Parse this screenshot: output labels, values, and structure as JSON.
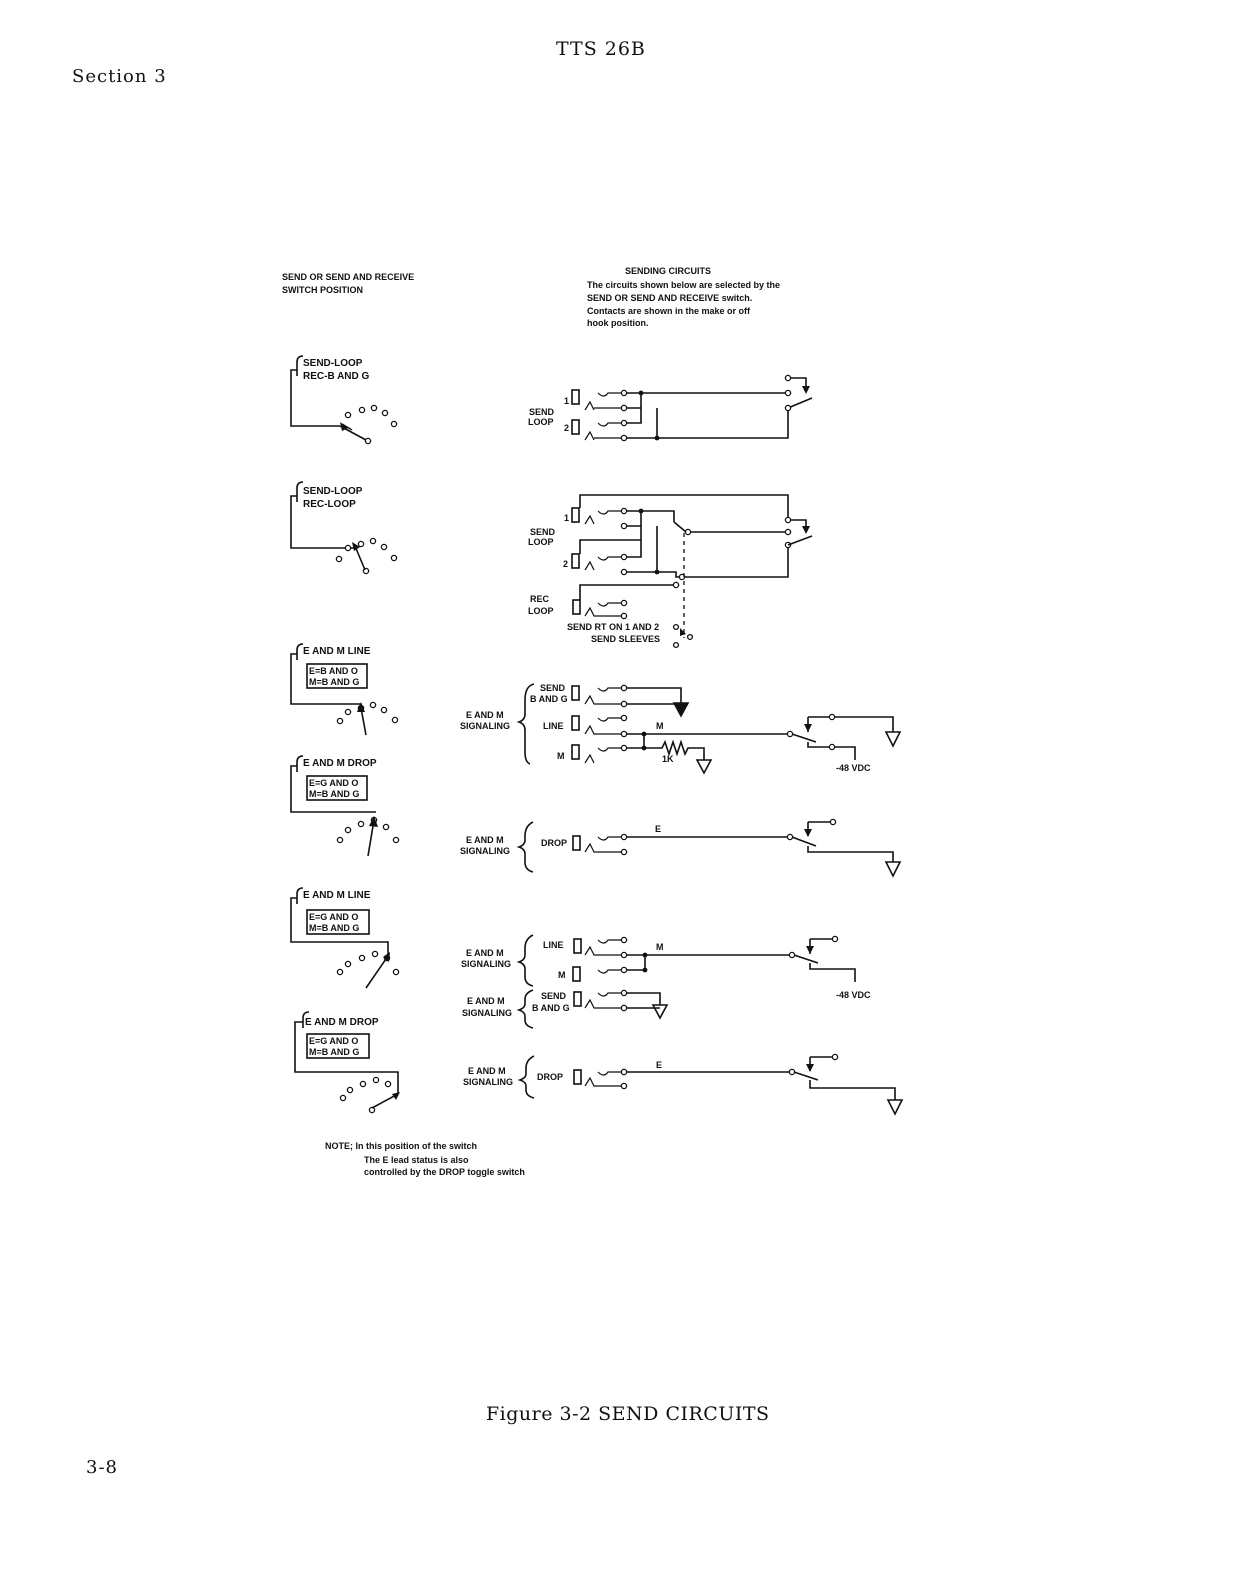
{
  "header": {
    "doc_id": "TTS 26B",
    "section": "Section 3",
    "page_number": "3-8"
  },
  "figure": {
    "caption": "Figure 3-2 SEND CIRCUITS",
    "left_heading": [
      "SEND OR SEND AND RECEIVE",
      "SWITCH POSITION"
    ],
    "right_heading": {
      "title": "SENDING CIRCUITS",
      "lines": [
        "The circuits shown below are selected by the",
        "SEND OR SEND AND RECEIVE switch.",
        "Contacts are shown in the make or off",
        "hook position."
      ]
    },
    "positions": [
      {
        "lines": [
          "SEND-LOOP",
          "REC-B AND G"
        ]
      },
      {
        "lines": [
          "SEND-LOOP",
          "REC-LOOP"
        ]
      },
      {
        "title": "E AND M LINE",
        "boxed": [
          "E=B AND O",
          "M=B AND G"
        ]
      },
      {
        "title": "E AND M DROP",
        "boxed": [
          "E=G AND O",
          "M=B AND G"
        ]
      },
      {
        "title": "E AND M LINE",
        "boxed": [
          "E=G AND O",
          "M=B AND G"
        ]
      },
      {
        "title": "E AND M DROP",
        "boxed": [
          "E=G AND O",
          "M=B AND G"
        ]
      }
    ],
    "circuit_labels": {
      "send": "SEND",
      "loop": "LOOP",
      "rec": "REC",
      "jack_1": "1",
      "jack_2": "2",
      "send_rt": "SEND RT ON 1 AND 2",
      "send_sleeves": "SEND SLEEVES",
      "e_and_m": "E AND M",
      "signaling": "SIGNALING",
      "band_g": "B AND G",
      "line": "LINE",
      "m": "M",
      "e": "E",
      "drop": "DROP",
      "resistor": "1K",
      "voltage": "-48 VDC"
    },
    "note": [
      "NOTE; In this position of the switch",
      "The E lead status is also",
      "controlled by the DROP toggle switch"
    ]
  }
}
